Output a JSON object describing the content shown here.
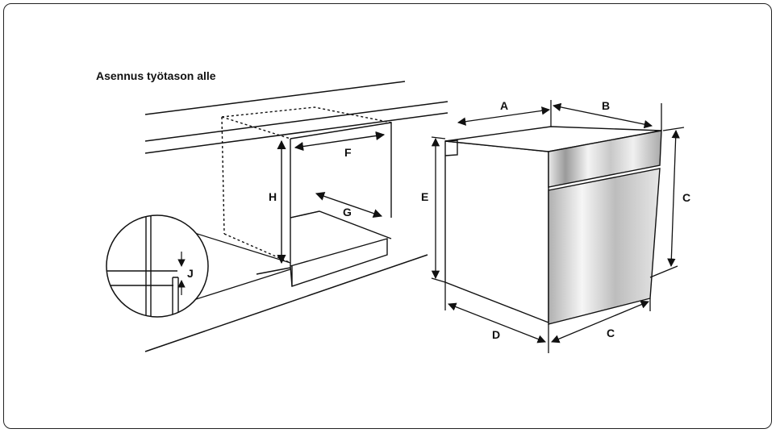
{
  "title": "Asennus työtason alle",
  "labels": {
    "A": "A",
    "B": "B",
    "C_side": "C",
    "C_bottom": "C",
    "D": "D",
    "E": "E",
    "F": "F",
    "G": "G",
    "H": "H",
    "J": "J"
  }
}
